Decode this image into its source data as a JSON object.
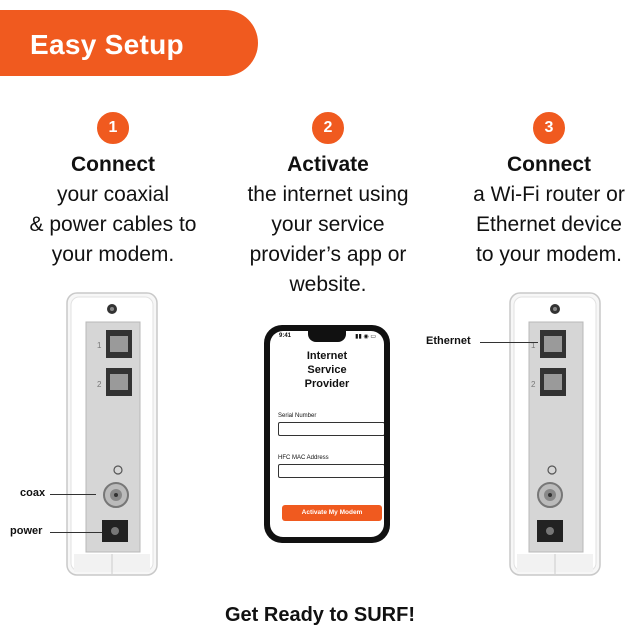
{
  "banner": {
    "title": "Easy Setup"
  },
  "steps": [
    {
      "number": "1",
      "title": "Connect",
      "lines": [
        "your coaxial",
        "& power cables to",
        "your modem."
      ]
    },
    {
      "number": "2",
      "title": "Activate",
      "lines": [
        "the internet using",
        "your service",
        "provider’s app or",
        "website."
      ]
    },
    {
      "number": "3",
      "title": "Connect",
      "lines": [
        "a Wi-Fi router or",
        "Ethernet device",
        "to your modem."
      ]
    }
  ],
  "callouts": {
    "coax": "coax",
    "power": "power",
    "ethernet": "Ethernet"
  },
  "modem_ports": {
    "port1": "1",
    "port2": "2"
  },
  "phone": {
    "time": "9:41",
    "title_lines": [
      "Internet",
      "Service",
      "Provider"
    ],
    "serial_label": "Serial Number",
    "mac_label": "HFC MAC Address",
    "button_label": "Activate My Modem"
  },
  "footer": {
    "text": "Get Ready to SURF!"
  },
  "colors": {
    "accent": "#f05a1f"
  }
}
